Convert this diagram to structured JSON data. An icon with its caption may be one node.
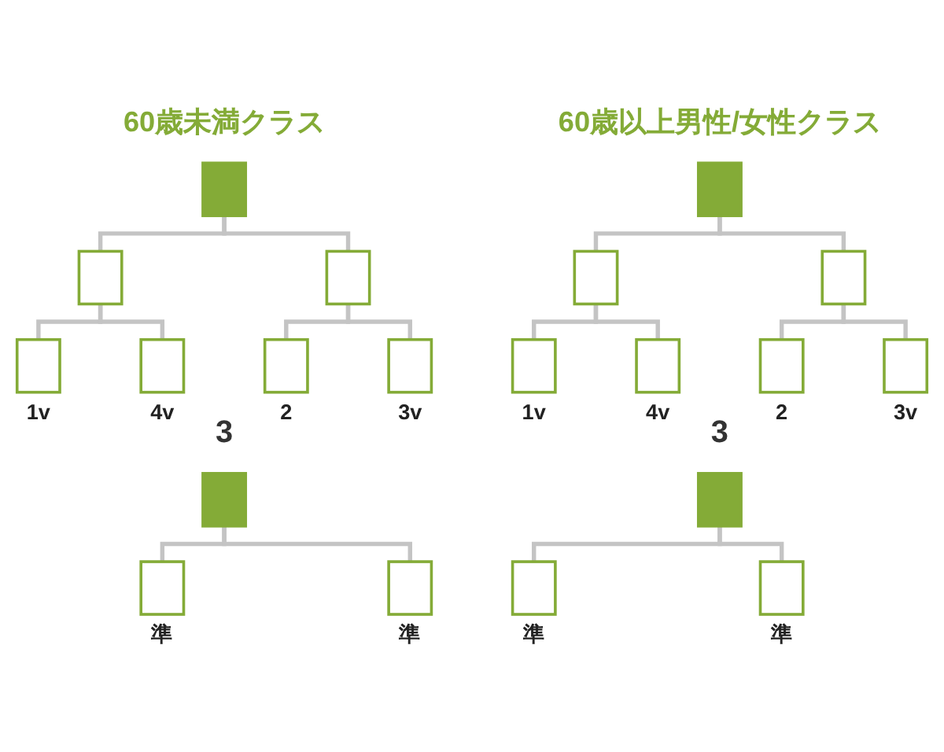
{
  "diagram": {
    "nodes": [
      {
        "text": [],
        "shape": "box",
        "beside": [
          "60歳未満クラス"
        ]
      },
      {
        "text": [],
        "shape": "box"
      },
      {
        "text": [],
        "shape": "box"
      },
      {
        "text": [],
        "shape": "box",
        "beside": [
          "1v"
        ]
      },
      {
        "text": [],
        "shape": "box",
        "beside": [
          "4v"
        ]
      },
      {
        "text": [],
        "shape": "box",
        "beside": [
          "2"
        ]
      },
      {
        "text": [],
        "shape": "box",
        "beside": [
          "3v"
        ]
      },
      {
        "text": [],
        "shape": "box",
        "beside": [
          "60歳以上男性/女性クラス"
        ]
      },
      {
        "text": [],
        "shape": "box"
      },
      {
        "text": [],
        "shape": "box"
      },
      {
        "text": [],
        "shape": "box",
        "beside": [
          "1v"
        ]
      },
      {
        "text": [],
        "shape": "box",
        "beside": [
          "4v"
        ]
      },
      {
        "text": [],
        "shape": "box",
        "beside": [
          "2"
        ]
      },
      {
        "text": [],
        "shape": "box",
        "beside": [
          "3v"
        ]
      },
      {
        "text": [],
        "shape": "box",
        "beside": [
          "3"
        ]
      },
      {
        "text": [],
        "shape": "box",
        "beside": [
          "準"
        ]
      },
      {
        "text": [],
        "shape": "box",
        "beside": [
          "準"
        ]
      },
      {
        "text": [],
        "shape": "box",
        "beside": [
          "3"
        ]
      },
      {
        "text": [],
        "shape": "box",
        "beside": [
          "準"
        ]
      },
      {
        "text": [],
        "shape": "box",
        "beside": [
          "準"
        ]
      }
    ],
    "edges": [
      {
        "from": 0,
        "to": 1,
        "arrow": "none"
      },
      {
        "from": 0,
        "to": 2,
        "arrow": "none"
      },
      {
        "from": 1,
        "to": 3,
        "arrow": "none"
      },
      {
        "from": 1,
        "to": 4,
        "arrow": "none"
      },
      {
        "from": 2,
        "to": 5,
        "arrow": "none"
      },
      {
        "from": 2,
        "to": 6,
        "arrow": "none"
      },
      {
        "from": 7,
        "to": 8,
        "arrow": "none"
      },
      {
        "from": 7,
        "to": 9,
        "arrow": "none"
      },
      {
        "from": 8,
        "to": 10,
        "arrow": "none"
      },
      {
        "from": 8,
        "to": 11,
        "arrow": "none"
      },
      {
        "from": 9,
        "to": 12,
        "arrow": "none"
      },
      {
        "from": 9,
        "to": 13,
        "arrow": "none"
      },
      {
        "from": 14,
        "to": 15,
        "arrow": "none"
      },
      {
        "from": 14,
        "to": 16,
        "arrow": "none"
      },
      {
        "from": 17,
        "to": 18,
        "arrow": "none"
      },
      {
        "from": 17,
        "to": 19,
        "arrow": "none"
      }
    ]
  }
}
